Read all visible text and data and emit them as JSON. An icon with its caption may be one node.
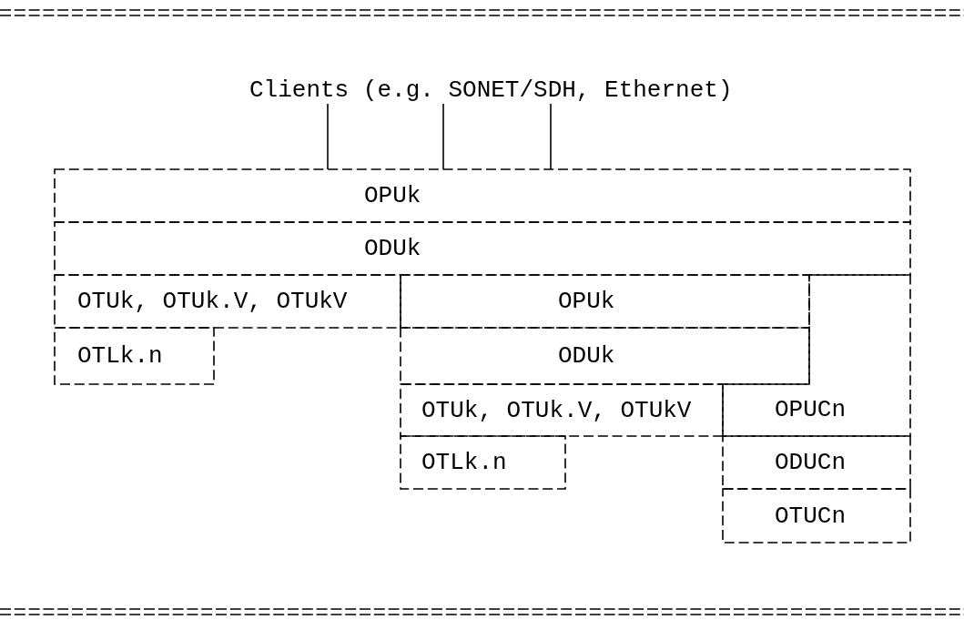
{
  "diagram": {
    "nodes": [
      {
        "text": [
          "Clients (e.g. SONET/SDH, Ethernet)"
        ]
      },
      {
        "text": [
          "OPUk"
        ]
      },
      {
        "text": [
          "ODUk"
        ]
      },
      {
        "text": [
          "OTUk, OTUk.V, OTUkV"
        ]
      },
      {
        "text": [
          "OPUk"
        ]
      },
      {
        "text": [
          "OTLk.n"
        ]
      },
      {
        "text": [
          "ODUk"
        ]
      },
      {
        "text": [
          "OTUk, OTUk.V, OTUkV"
        ]
      },
      {
        "text": [
          "OPUCn"
        ]
      },
      {
        "text": [
          "OTLk.n"
        ]
      },
      {
        "text": [
          "ODUCn"
        ]
      },
      {
        "text": [
          "OTUCn"
        ]
      }
    ],
    "edges": [
      {
        "from": 0,
        "to": 1,
        "arrow": "none"
      },
      {
        "from": 0,
        "to": 1,
        "arrow": "none"
      },
      {
        "from": 0,
        "to": 1,
        "arrow": "none"
      }
    ]
  }
}
